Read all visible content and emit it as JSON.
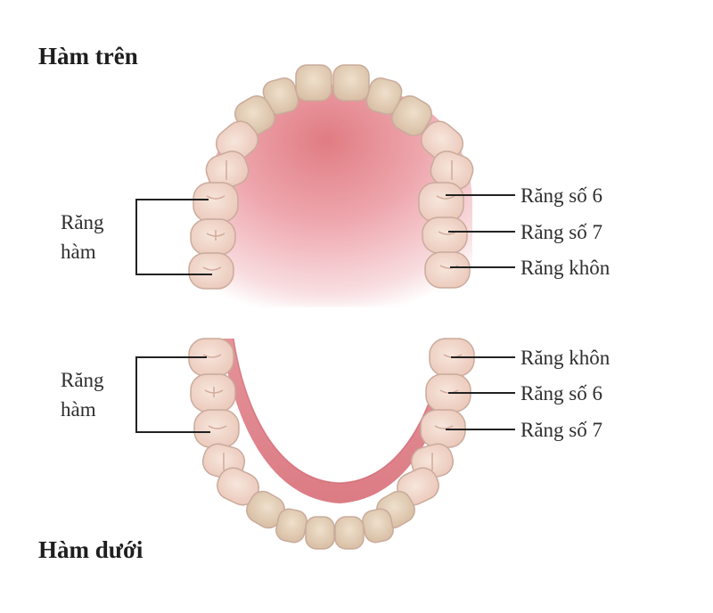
{
  "upper_jaw": {
    "title": "Hàm trên",
    "group_label_line1": "Răng",
    "group_label_line2": "hàm",
    "right_labels": [
      "Răng số 6",
      "Răng số 7",
      "Răng khôn"
    ]
  },
  "lower_jaw": {
    "title": "Hàm dưới",
    "group_label_line1": "Răng",
    "group_label_line2": "hàm",
    "right_labels": [
      "Răng khôn",
      "Răng số 6",
      "Răng số 7"
    ]
  },
  "colors": {
    "gum": "#d9707a",
    "gum_light": "#f3c6cb",
    "tooth": "#f3d9cf",
    "tooth_front": "#e8d3bd",
    "tooth_outline": "#c9ab9c",
    "leader_line": "#222222"
  }
}
